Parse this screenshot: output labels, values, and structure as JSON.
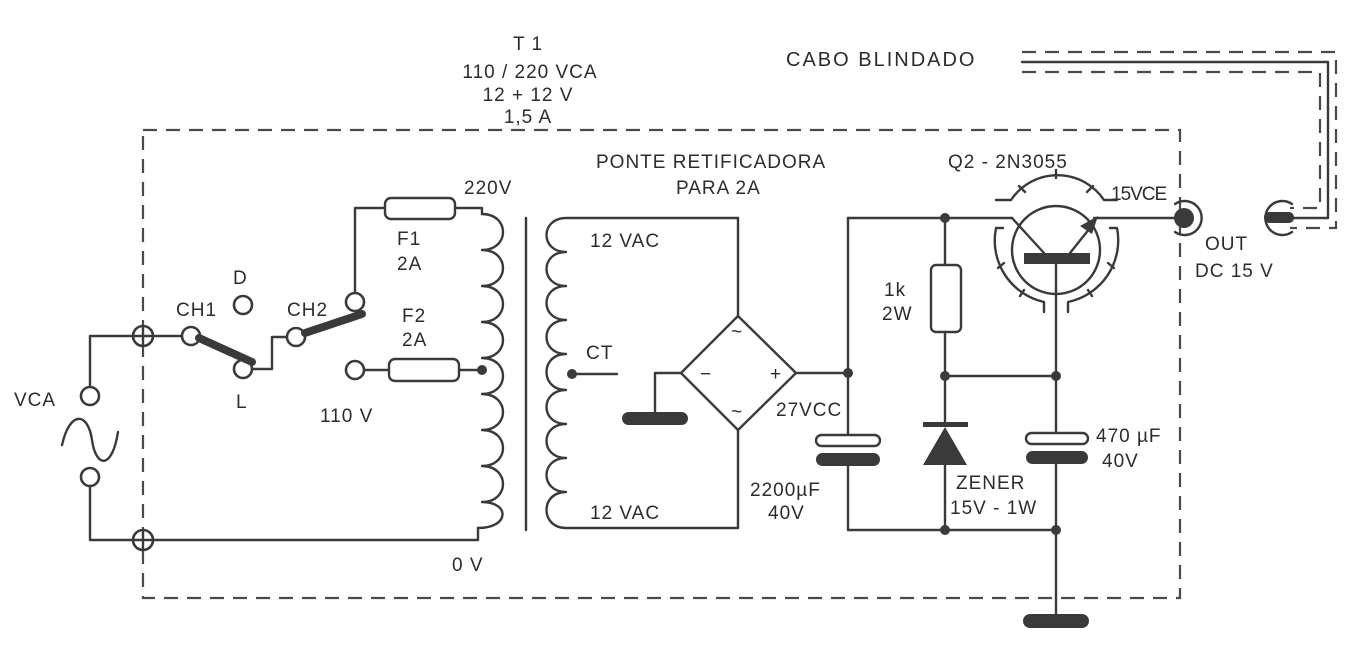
{
  "diagram": {
    "type": "circuit-schematic",
    "title": "Fonte de alimentação 15V DC",
    "colors": {
      "ink": "#3a3a3a",
      "paper": "#ffffff"
    },
    "transformer": {
      "ref": "T 1",
      "primary": "110 / 220 VCA",
      "secondary": "12 + 12 V",
      "current": "1,5 A",
      "tap_220": "220V",
      "tap_110": "110 V",
      "tap_0": "0 V",
      "sec_top": "12 VAC",
      "sec_ct": "CT",
      "sec_bottom": "12 VAC"
    },
    "input": {
      "label": "VCA",
      "symbol": "ac-source"
    },
    "switches": {
      "ch1": "CH1",
      "ch2": "CH2",
      "pos_d": "D",
      "pos_l": "L"
    },
    "fuses": [
      {
        "ref": "F1",
        "rating": "2A"
      },
      {
        "ref": "F2",
        "rating": "2A"
      }
    ],
    "bridge": {
      "title_line1": "PONTE  RETIFICADORA",
      "title_line2": "PARA   2A",
      "minus": "−",
      "plus": "+",
      "ac1": "~",
      "ac2": "~"
    },
    "filter_cap": {
      "voltage_node": "27VCC",
      "value": "2200µF",
      "rating": "40V"
    },
    "resistor": {
      "value": "1k",
      "power": "2W"
    },
    "zener": {
      "label": "ZENER",
      "rating": "15V - 1W"
    },
    "output_cap": {
      "value": "470 µF",
      "rating": "40V"
    },
    "transistor": {
      "ref": "Q2 - 2N3055",
      "vce": "15VCE"
    },
    "output": {
      "label": "OUT",
      "value": "DC 15 V"
    },
    "cable": {
      "label": "CABO  BLINDADO"
    }
  }
}
